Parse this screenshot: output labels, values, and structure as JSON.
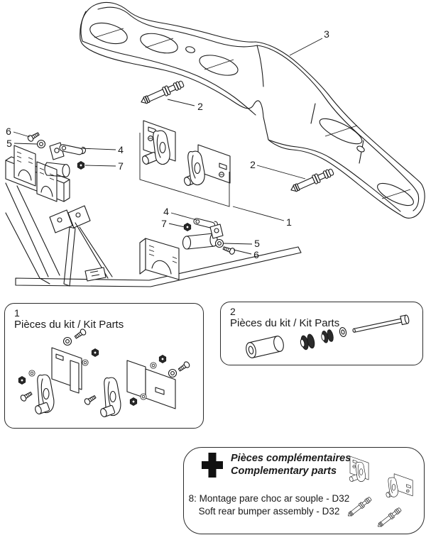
{
  "figure": {
    "description": "Exploded rear bumper mounting diagram",
    "callouts": [
      {
        "id": "6-upper",
        "label": "6"
      },
      {
        "id": "5-upper",
        "label": "5"
      },
      {
        "id": "4-upper",
        "label": "4"
      },
      {
        "id": "7-upper",
        "label": "7"
      },
      {
        "id": "2-upper",
        "label": "2"
      },
      {
        "id": "3",
        "label": "3"
      },
      {
        "id": "2-lower",
        "label": "2"
      },
      {
        "id": "1",
        "label": "1"
      },
      {
        "id": "4-lower",
        "label": "4"
      },
      {
        "id": "7-lower",
        "label": "7"
      },
      {
        "id": "5-lower",
        "label": "5"
      },
      {
        "id": "6-lower",
        "label": "6"
      }
    ]
  },
  "kit_box_1": {
    "number": "1",
    "title": "Pièces du kit / Kit Parts"
  },
  "kit_box_2": {
    "number": "2",
    "title": "Pièces du kit / Kit Parts"
  },
  "complementary_box": {
    "icon": "plus-icon",
    "title_fr": "Pièces complémentaires",
    "title_en": "Complementary parts",
    "note_fr": "8: Montage pare choc ar souple - D32",
    "note_en": "Soft rear bumper assembly - D32"
  },
  "colors": {
    "ink": "#1a1a1a",
    "background": "#ffffff"
  }
}
